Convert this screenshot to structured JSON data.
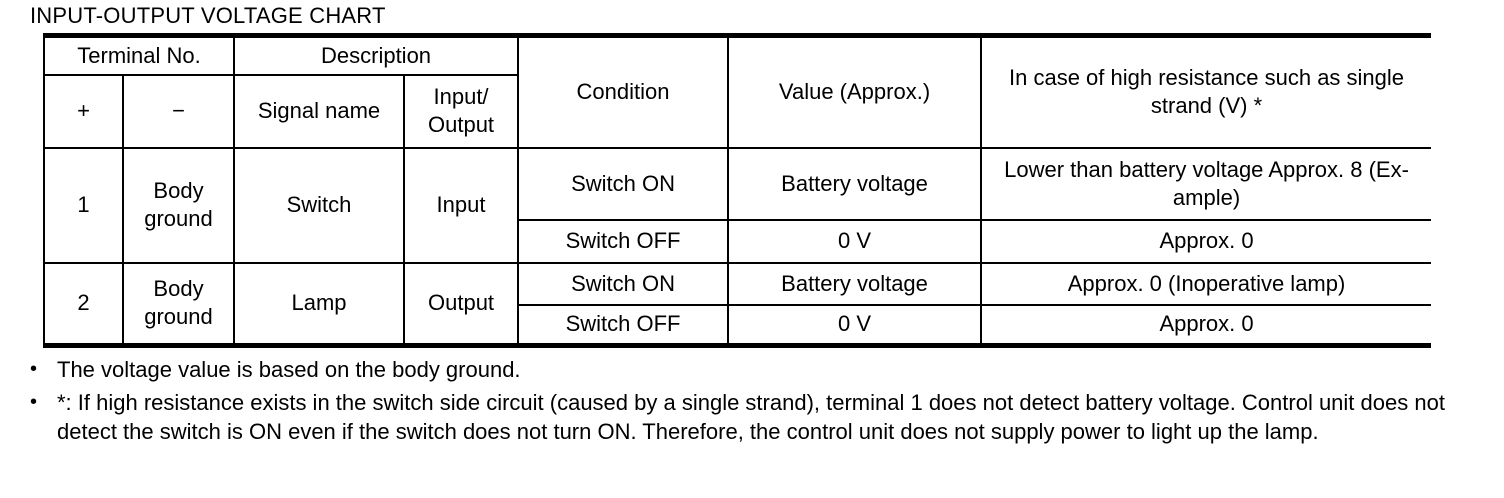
{
  "title": "INPUT-OUTPUT VOLTAGE CHART",
  "table": {
    "headers": {
      "terminal_no": "Terminal No.",
      "plus": "+",
      "minus": "−",
      "description": "Description",
      "signal_name": "Signal name",
      "input_output": "Input/\nOutput",
      "condition": "Condition",
      "value": "Value (Approx.)",
      "high_resistance": "In case of high resistance such as single strand (V) *"
    },
    "rows": [
      {
        "terminal_plus": "1",
        "terminal_minus": "Body ground",
        "signal_name": "Switch",
        "input_output": "Input",
        "conditions": [
          {
            "condition": "Switch ON",
            "value": "Battery voltage",
            "high_resistance": "Lower than battery voltage Approx. 8 (Ex-\nample)"
          },
          {
            "condition": "Switch OFF",
            "value": "0 V",
            "high_resistance": "Approx. 0"
          }
        ]
      },
      {
        "terminal_plus": "2",
        "terminal_minus": "Body ground",
        "signal_name": "Lamp",
        "input_output": "Output",
        "conditions": [
          {
            "condition": "Switch ON",
            "value": "Battery voltage",
            "high_resistance": "Approx. 0 (Inoperative lamp)"
          },
          {
            "condition": "Switch OFF",
            "value": "0 V",
            "high_resistance": "Approx. 0"
          }
        ]
      }
    ]
  },
  "notes": {
    "bullet_glyph": "•",
    "items": [
      "The voltage value is based on the body ground.",
      "*: If high resistance exists in the switch side circuit (caused by a single strand), terminal 1 does not detect battery voltage. Control unit does not detect the switch is ON even if the switch does not turn ON. Therefore, the control unit does not supply power to light up the lamp."
    ]
  }
}
